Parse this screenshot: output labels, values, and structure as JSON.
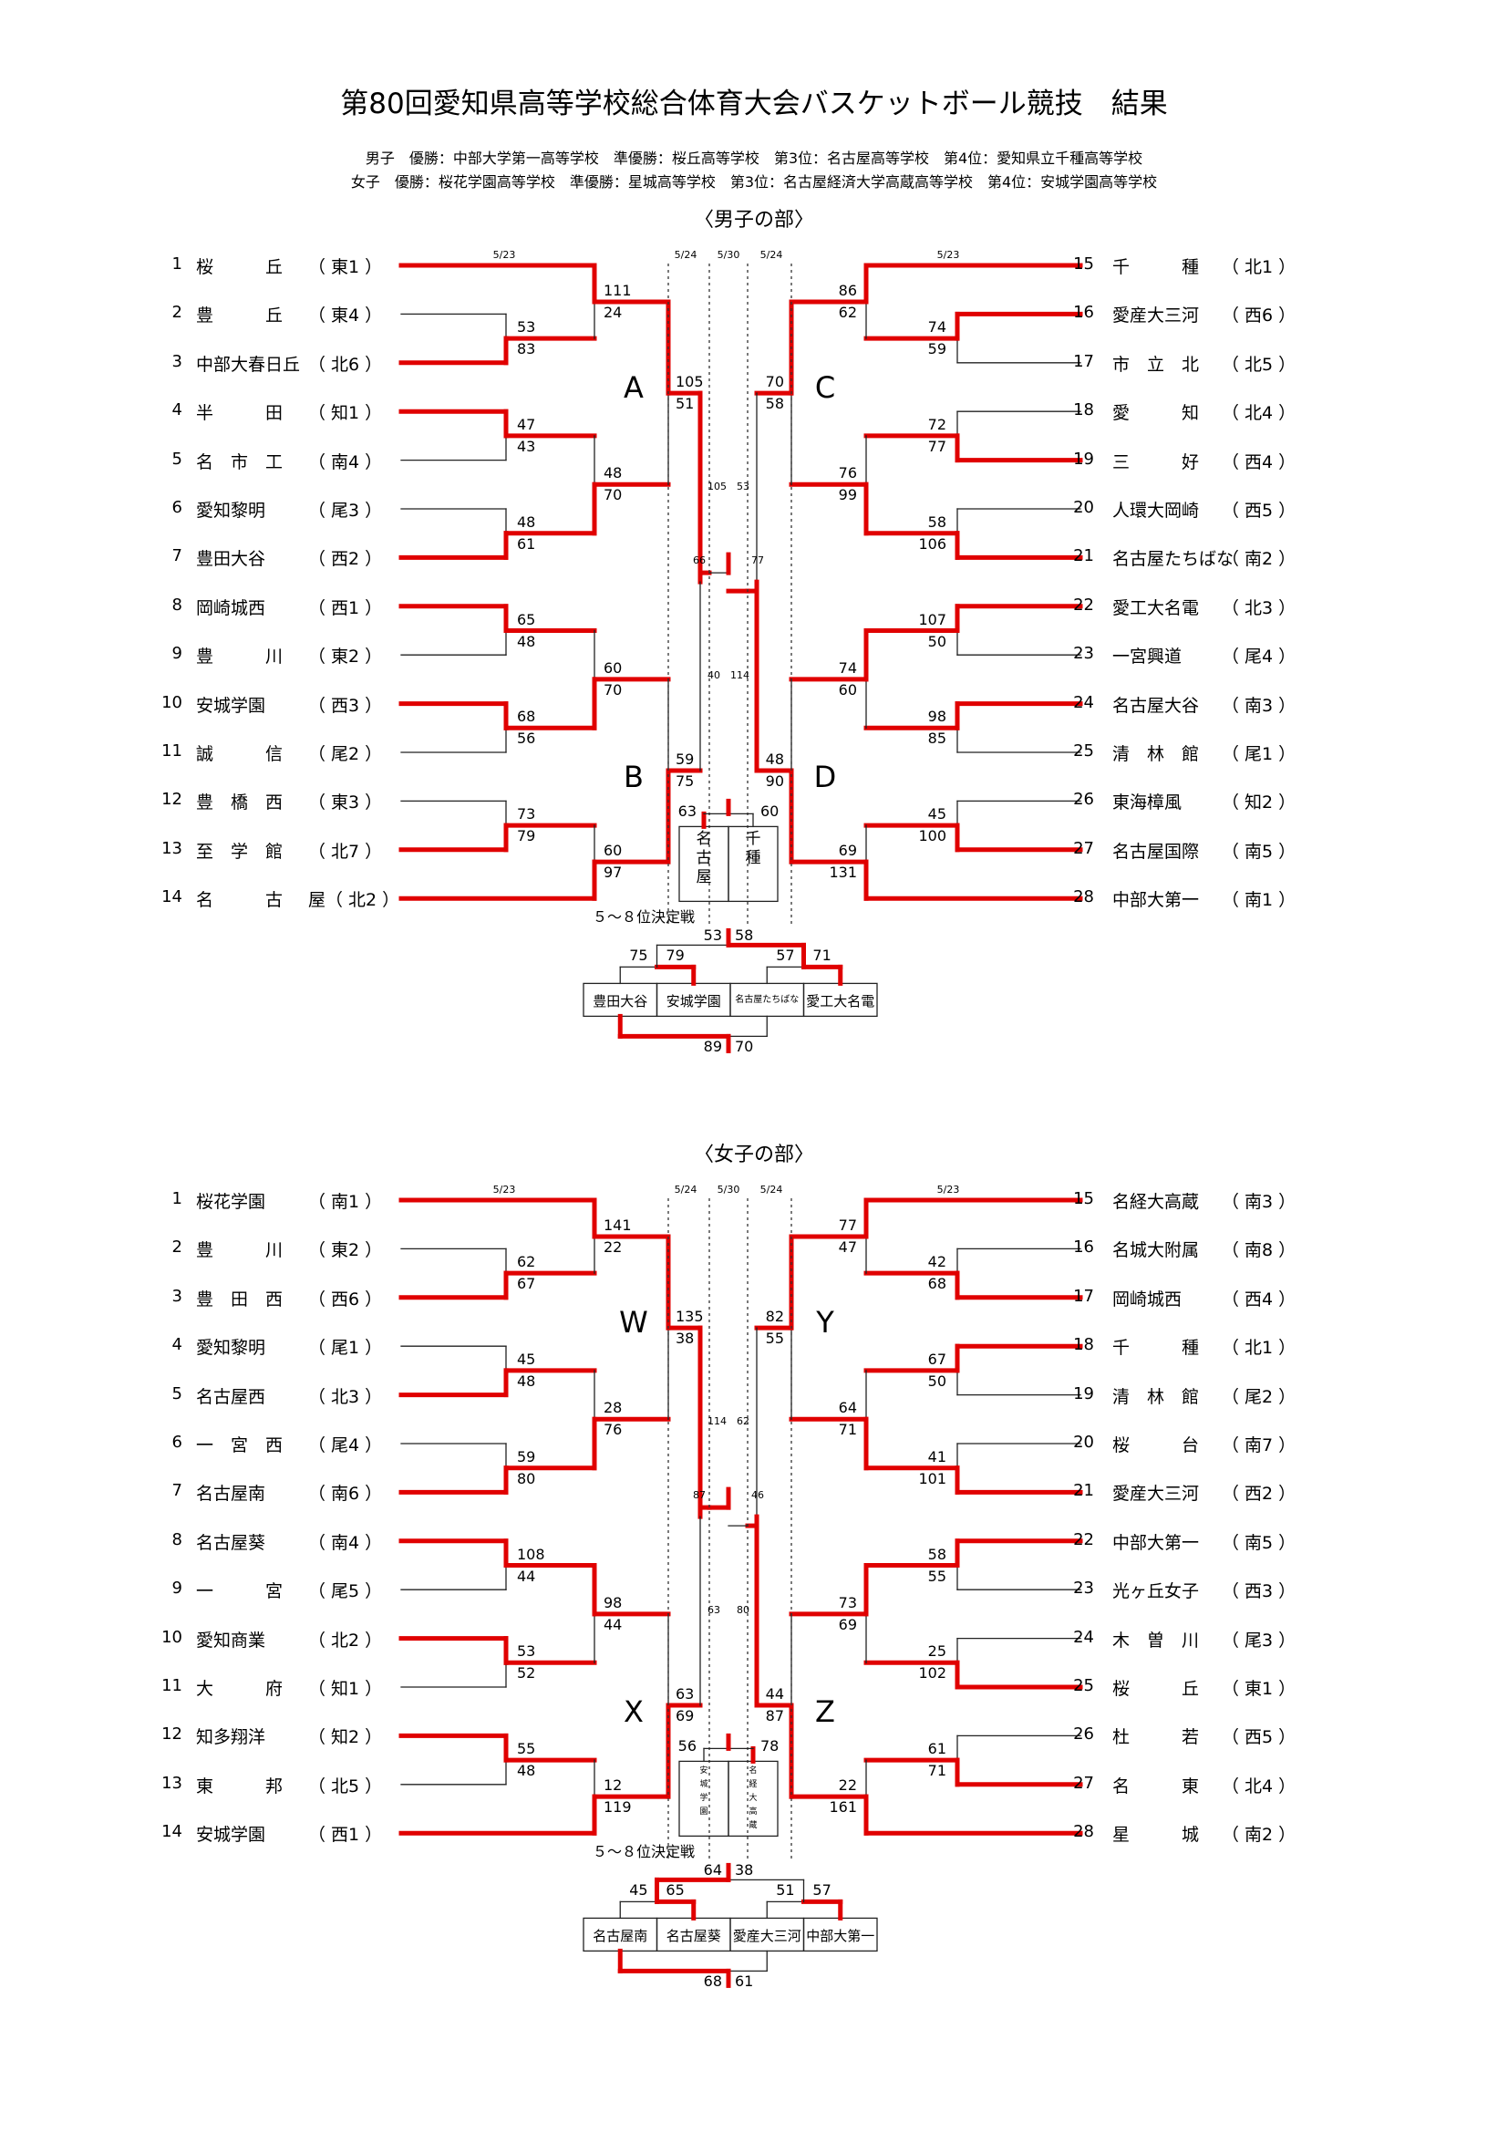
{
  "title": "第80回愛知県高等学校総合体育大会バスケットボール競技　結果",
  "summary": {
    "boys": "男子　優勝：中部大学第一高等学校　準優勝：桜丘高等学校　第3位：名古屋高等学校　第4位：愛知県立千種高等学校",
    "girls": "女子　優勝：桜花学園高等学校　準優勝：星城高等学校　第3位：名古屋経済大学高蔵高等学校　第4位：安城学園高等学校"
  },
  "boys": {
    "heading": "〈男子の部〉",
    "dates": {
      "r1_left": "5/23",
      "r1_right": "5/23",
      "semi_left": "5/24",
      "final": "5/30",
      "semi_right": "5/24"
    },
    "left_teams": [
      {
        "num": "1",
        "name": "桜　　　丘",
        "region": "（ 東1 ）"
      },
      {
        "num": "2",
        "name": "豊　　　丘",
        "region": "（ 東4 ）"
      },
      {
        "num": "3",
        "name": "中部大春日丘",
        "region": "（ 北6 ）"
      },
      {
        "num": "4",
        "name": "半　　　田",
        "region": "（ 知1 ）"
      },
      {
        "num": "5",
        "name": "名　市　工",
        "region": "（ 南4 ）"
      },
      {
        "num": "6",
        "name": "愛知黎明",
        "region": "（ 尾3 ）"
      },
      {
        "num": "7",
        "name": "豊田大谷",
        "region": "（ 西2 ）"
      },
      {
        "num": "8",
        "name": "岡崎城西",
        "region": "（ 西1 ）"
      },
      {
        "num": "9",
        "name": "豊　　　川",
        "region": "（ 東2 ）"
      },
      {
        "num": "10",
        "name": "安城学園",
        "region": "（ 西3 ）"
      },
      {
        "num": "11",
        "name": "誠　　　信",
        "region": "（ 尾2 ）"
      },
      {
        "num": "12",
        "name": "豊　橋　西",
        "region": "（ 東3 ）"
      },
      {
        "num": "13",
        "name": "至　学　館",
        "region": "（ 北7 ）"
      },
      {
        "num": "14",
        "name": "名　　　古",
        "region": "屋（ 北2 ）"
      }
    ],
    "right_teams": [
      {
        "num": "15",
        "name": "千　　　種",
        "region": "（ 北1 ）"
      },
      {
        "num": "16",
        "name": "愛産大三河",
        "region": "（ 西6 ）"
      },
      {
        "num": "17",
        "name": "市　立　北",
        "region": "（ 北5 ）"
      },
      {
        "num": "18",
        "name": "愛　　　知",
        "region": "（ 北4 ）"
      },
      {
        "num": "19",
        "name": "三　　　好",
        "region": "（ 西4 ）"
      },
      {
        "num": "20",
        "name": "人環大岡崎",
        "region": "（ 西5 ）"
      },
      {
        "num": "21",
        "name": "名古屋たちばな",
        "region": "（ 南2 ）"
      },
      {
        "num": "22",
        "name": "愛工大名電",
        "region": "（ 北3 ）"
      },
      {
        "num": "23",
        "name": "一宮興道",
        "region": "（ 尾4 ）"
      },
      {
        "num": "24",
        "name": "名古屋大谷",
        "region": "（ 南3 ）"
      },
      {
        "num": "25",
        "name": "清　林　館",
        "region": "（ 尾1 ）"
      },
      {
        "num": "26",
        "name": "東海樟風",
        "region": "（ 知2 ）"
      },
      {
        "num": "27",
        "name": "名古屋国際",
        "region": "（ 南5 ）"
      },
      {
        "num": "28",
        "name": "中部大第一",
        "region": "（ 南1 ）"
      }
    ],
    "scores": {
      "l1": [
        "111",
        "24"
      ],
      "l23": [
        "53",
        "83"
      ],
      "l45": [
        "47",
        "43"
      ],
      "l67": [
        "48",
        "61"
      ],
      "l89": [
        "65",
        "48"
      ],
      "l1011": [
        "68",
        "56"
      ],
      "l1213": [
        "73",
        "79"
      ],
      "lq1": [
        "48",
        "70"
      ],
      "lq2": [
        "60",
        "70"
      ],
      "lq3": [
        "60",
        "97"
      ],
      "ls1": [
        "105",
        "51"
      ],
      "ls2": [
        "59",
        "75"
      ],
      "r15": [
        "86",
        "62"
      ],
      "r1617": [
        "74",
        "59"
      ],
      "r1819": [
        "72",
        "77"
      ],
      "r2021": [
        "58",
        "106"
      ],
      "r2223": [
        "107",
        "50"
      ],
      "r2425": [
        "98",
        "85"
      ],
      "r2627": [
        "45",
        "100"
      ],
      "rq1": [
        "76",
        "99"
      ],
      "rq2": [
        "74",
        "60"
      ],
      "rq3": [
        "69",
        "131"
      ],
      "rs1": [
        "70",
        "58"
      ],
      "rs2": [
        "48",
        "90"
      ],
      "sf_top": [
        "105",
        "53"
      ],
      "final": [
        "66",
        "77"
      ],
      "sf_bot": [
        "40",
        "114"
      ],
      "third": [
        "63",
        "60"
      ]
    },
    "blocks": [
      "A",
      "B",
      "C",
      "D"
    ],
    "third_teams": [
      "名古屋",
      "千種"
    ],
    "placement": {
      "label": "５～８位決定戦",
      "top": [
        "53",
        "58"
      ],
      "left": [
        "75",
        "79"
      ],
      "right": [
        "57",
        "71"
      ],
      "bottom": [
        "89",
        "70"
      ],
      "teams": [
        "豊田大谷",
        "安城学園",
        "名古屋たちばな",
        "愛工大名電"
      ]
    }
  },
  "girls": {
    "heading": "〈女子の部〉",
    "dates": {
      "r1_left": "5/23",
      "r1_right": "5/23",
      "semi_left": "5/24",
      "final": "5/30",
      "semi_right": "5/24"
    },
    "left_teams": [
      {
        "num": "1",
        "name": "桜花学園",
        "region": "（ 南1 ）"
      },
      {
        "num": "2",
        "name": "豊　　　川",
        "region": "（ 東2 ）"
      },
      {
        "num": "3",
        "name": "豊　田　西",
        "region": "（ 西6 ）"
      },
      {
        "num": "4",
        "name": "愛知黎明",
        "region": "（ 尾1 ）"
      },
      {
        "num": "5",
        "name": "名古屋西",
        "region": "（ 北3 ）"
      },
      {
        "num": "6",
        "name": "一　宮　西",
        "region": "（ 尾4 ）"
      },
      {
        "num": "7",
        "name": "名古屋南",
        "region": "（ 南6 ）"
      },
      {
        "num": "8",
        "name": "名古屋葵",
        "region": "（ 南4 ）"
      },
      {
        "num": "9",
        "name": "一　　　宮",
        "region": "（ 尾5 ）"
      },
      {
        "num": "10",
        "name": "愛知商業",
        "region": "（ 北2 ）"
      },
      {
        "num": "11",
        "name": "大　　　府",
        "region": "（ 知1 ）"
      },
      {
        "num": "12",
        "name": "知多翔洋",
        "region": "（ 知2 ）"
      },
      {
        "num": "13",
        "name": "東　　　邦",
        "region": "（ 北5 ）"
      },
      {
        "num": "14",
        "name": "安城学園",
        "region": "（ 西1 ）"
      }
    ],
    "right_teams": [
      {
        "num": "15",
        "name": "名経大高蔵",
        "region": "（ 南3 ）"
      },
      {
        "num": "16",
        "name": "名城大附属",
        "region": "（ 南8 ）"
      },
      {
        "num": "17",
        "name": "岡崎城西",
        "region": "（ 西4 ）"
      },
      {
        "num": "18",
        "name": "千　　　種",
        "region": "（ 北1 ）"
      },
      {
        "num": "19",
        "name": "清　林　館",
        "region": "（ 尾2 ）"
      },
      {
        "num": "20",
        "name": "桜　　　台",
        "region": "（ 南7 ）"
      },
      {
        "num": "21",
        "name": "愛産大三河",
        "region": "（ 西2 ）"
      },
      {
        "num": "22",
        "name": "中部大第一",
        "region": "（ 南5 ）"
      },
      {
        "num": "23",
        "name": "光ヶ丘女子",
        "region": "（ 西3 ）"
      },
      {
        "num": "24",
        "name": "木　曽　川",
        "region": "（ 尾3 ）"
      },
      {
        "num": "25",
        "name": "桜　　　丘",
        "region": "（ 東1 ）"
      },
      {
        "num": "26",
        "name": "杜　　　若",
        "region": "（ 西5 ）"
      },
      {
        "num": "27",
        "name": "名　　　東",
        "region": "（ 北4 ）"
      },
      {
        "num": "28",
        "name": "星　　　城",
        "region": "（ 南2 ）"
      }
    ],
    "scores": {
      "l1": [
        "141",
        "22"
      ],
      "l23": [
        "62",
        "67"
      ],
      "l45": [
        "45",
        "48"
      ],
      "l67": [
        "59",
        "80"
      ],
      "l89": [
        "108",
        "44"
      ],
      "l1011": [
        "53",
        "52"
      ],
      "l1213": [
        "55",
        "48"
      ],
      "lq1": [
        "28",
        "76"
      ],
      "lq2": [
        "98",
        "44"
      ],
      "lq3": [
        "12",
        "119"
      ],
      "ls1": [
        "135",
        "38"
      ],
      "ls2": [
        "63",
        "69"
      ],
      "r15": [
        "77",
        "47"
      ],
      "r1617": [
        "42",
        "68"
      ],
      "r1819": [
        "67",
        "50"
      ],
      "r2021": [
        "41",
        "101"
      ],
      "r2223": [
        "58",
        "55"
      ],
      "r2425": [
        "25",
        "102"
      ],
      "r2627": [
        "61",
        "71"
      ],
      "rq1": [
        "64",
        "71"
      ],
      "rq2": [
        "73",
        "69"
      ],
      "rq3": [
        "22",
        "161"
      ],
      "rs1": [
        "82",
        "55"
      ],
      "rs2": [
        "44",
        "87"
      ],
      "sf_top": [
        "114",
        "62"
      ],
      "final": [
        "87",
        "46"
      ],
      "sf_bot": [
        "63",
        "80"
      ],
      "third": [
        "56",
        "78"
      ]
    },
    "blocks": [
      "W",
      "X",
      "Y",
      "Z"
    ],
    "third_teams": [
      "安城学園",
      "名経大高蔵"
    ],
    "placement": {
      "label": "５～８位決定戦",
      "top": [
        "64",
        "38"
      ],
      "left": [
        "45",
        "65"
      ],
      "right": [
        "51",
        "57"
      ],
      "bottom": [
        "68",
        "61"
      ],
      "teams": [
        "名古屋南",
        "名古屋葵",
        "愛産大三河",
        "中部大第一"
      ]
    }
  }
}
